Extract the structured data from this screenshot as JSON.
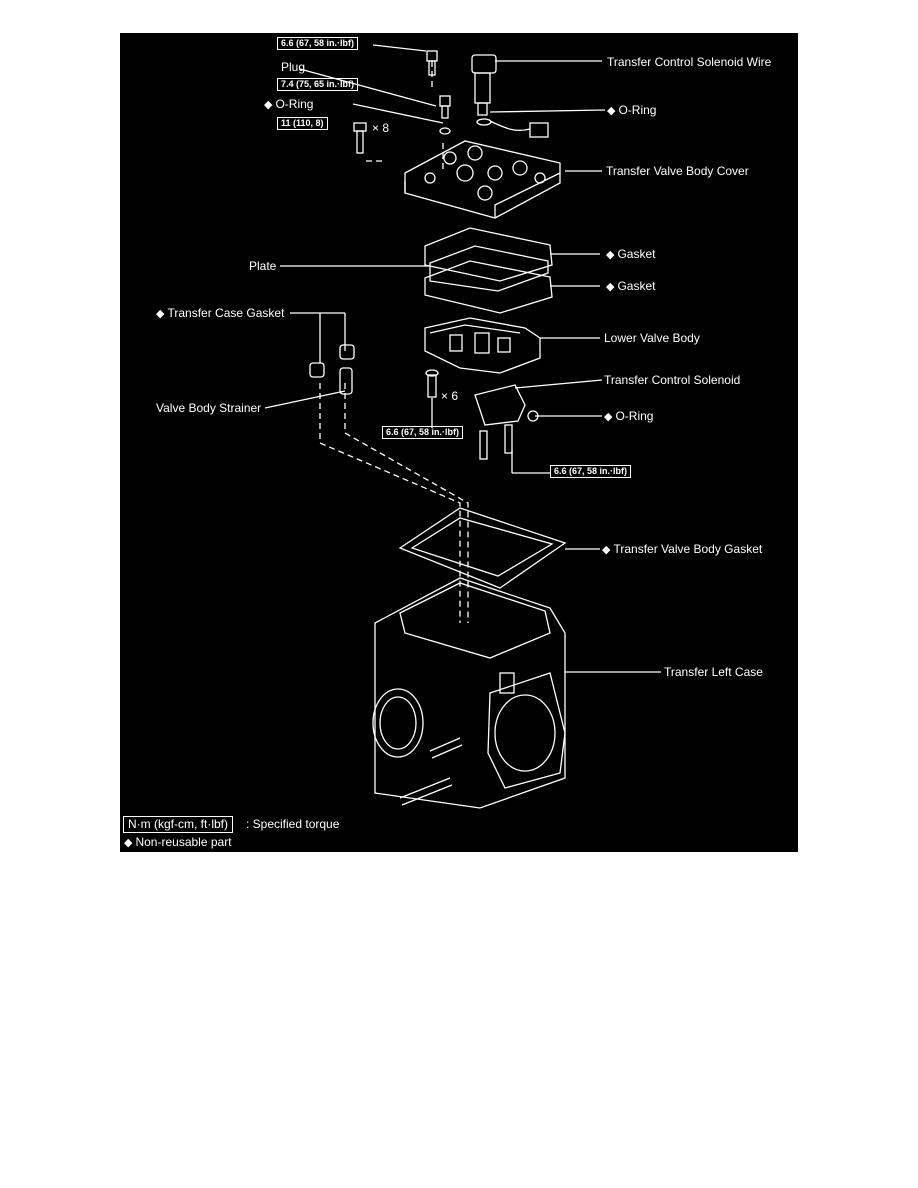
{
  "diagram": {
    "diamond": "◆",
    "torques": {
      "t_top": "6.6 (67, 58 in.·lbf)",
      "t_plug": "7.4 (75, 65 in.·lbf)",
      "t_cover": "11 (110, 8)",
      "t_lower": "6.6 (67, 58 in.·lbf)",
      "t_solenoid": "6.6 (67, 58 in.·lbf)"
    },
    "multipliers": {
      "x8": "× 8",
      "x6": "× 6"
    },
    "labels": {
      "plug": "Plug",
      "o_ring_1": "O-Ring",
      "solenoid_wire": "Transfer Control Solenoid Wire",
      "o_ring_2": "O-Ring",
      "valve_body_cover": "Transfer Valve Body Cover",
      "plate": "Plate",
      "gasket_1": "Gasket",
      "gasket_2": "Gasket",
      "transfer_case_gasket": "Transfer Case Gasket",
      "lower_valve_body": "Lower Valve Body",
      "transfer_control_solenoid": "Transfer Control Solenoid",
      "valve_body_strainer": "Valve Body Strainer",
      "o_ring_3": "O-Ring",
      "valve_body_gasket": "Transfer Valve Body Gasket",
      "left_case": "Transfer Left Case"
    },
    "legend": {
      "torque_box": "N·m (kgf-cm, ft·lbf)",
      "torque_text": ": Specified torque",
      "nonreusable_text": "Non-reusable part"
    }
  }
}
